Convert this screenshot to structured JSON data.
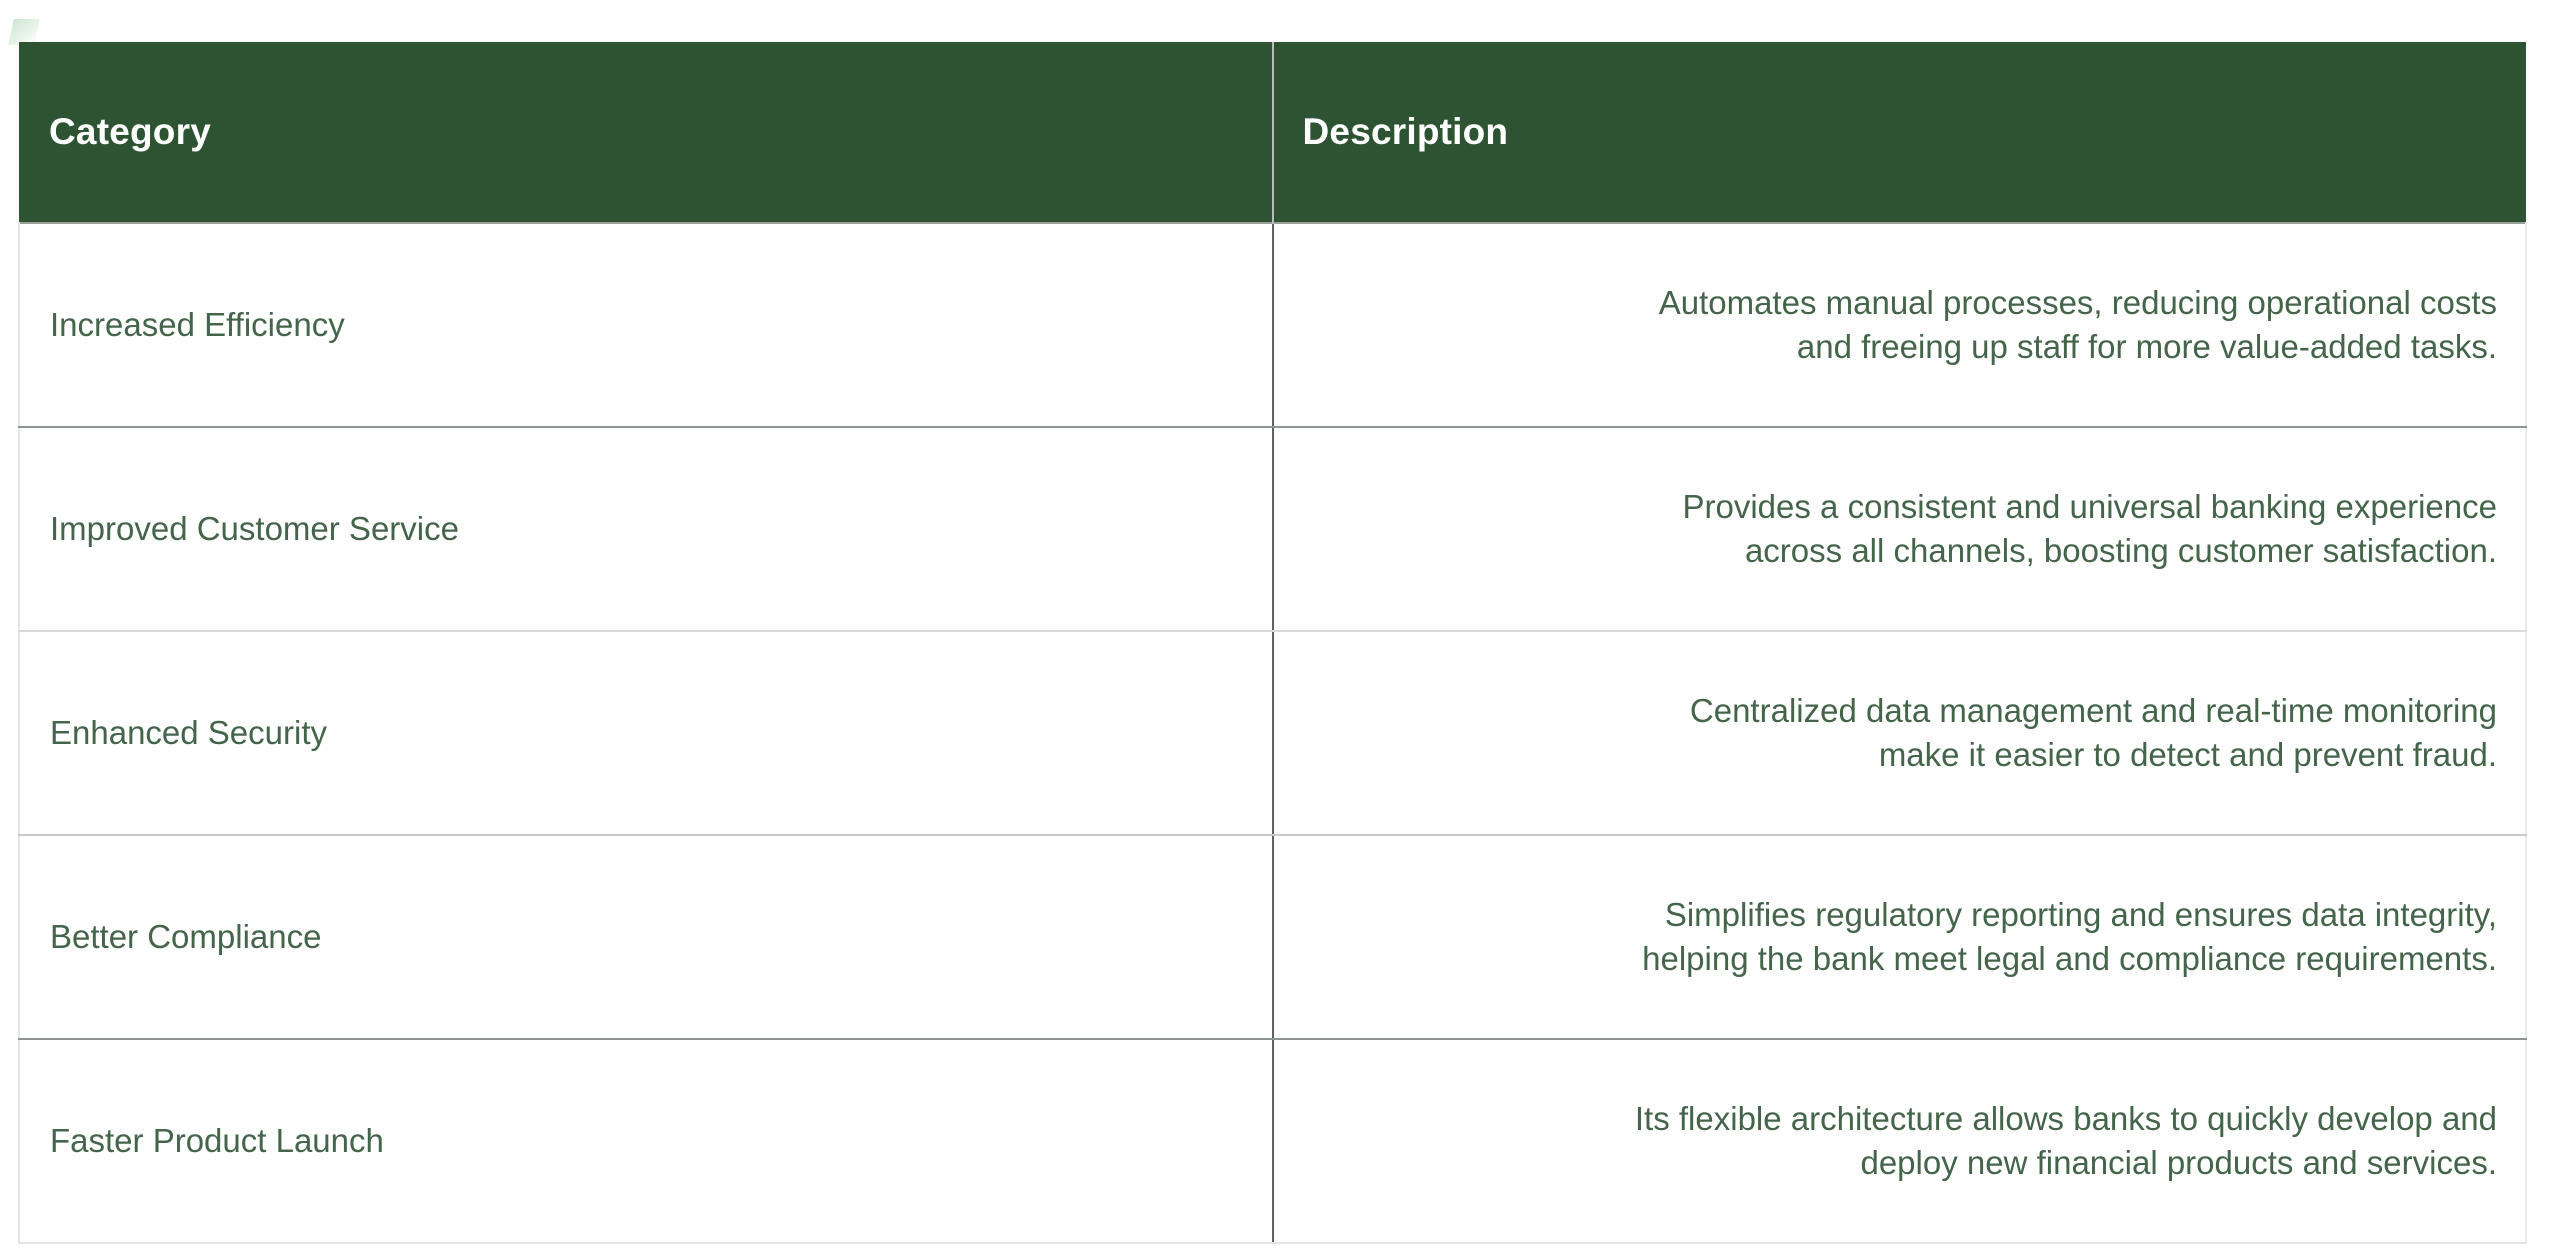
{
  "table": {
    "name": "benefits-table",
    "colors": {
      "header_background": "#2E5332",
      "header_text": "#FFFFFF",
      "body_text": "#44654A",
      "page_background": "#FFFFFF",
      "row_divider": "#D8DAD8",
      "column_divider": "#5C625C"
    },
    "columns": [
      {
        "key": "category",
        "label": "Category",
        "align": "left"
      },
      {
        "key": "description",
        "label": "Description",
        "align": "right"
      }
    ],
    "rows": [
      {
        "category": "Increased Efficiency",
        "description": "Automates manual processes, reducing operational costs and freeing up staff for more value-added tasks.",
        "description_lines": [
          "Automates manual processes, reducing operational costs",
          "and freeing up staff for more value-added tasks."
        ]
      },
      {
        "category": "Improved Customer Service",
        "description": "Provides a consistent and universal banking experience across all channels, boosting customer satisfaction.",
        "description_lines": [
          "Provides a consistent and universal banking experience",
          "across all channels, boosting customer satisfaction."
        ]
      },
      {
        "category": "Enhanced Security",
        "description": "Centralized data management and real-time monitoring make it easier to detect and prevent fraud.",
        "description_lines": [
          "Centralized data management and real-time monitoring",
          "make it easier to detect and prevent fraud."
        ]
      },
      {
        "category": "Better Compliance",
        "description": "Simplifies regulatory reporting and ensures data integrity, helping the bank meet legal and compliance requirements.",
        "description_lines": [
          "Simplifies regulatory reporting and ensures data integrity,",
          "helping the bank meet legal and compliance requirements."
        ]
      },
      {
        "category": "Faster Product Launch",
        "description": "Its flexible architecture allows banks to quickly develop and deploy new financial products and services.",
        "description_lines": [
          "Its flexible architecture allows banks to quickly develop and",
          "deploy new financial products and services."
        ]
      }
    ]
  }
}
